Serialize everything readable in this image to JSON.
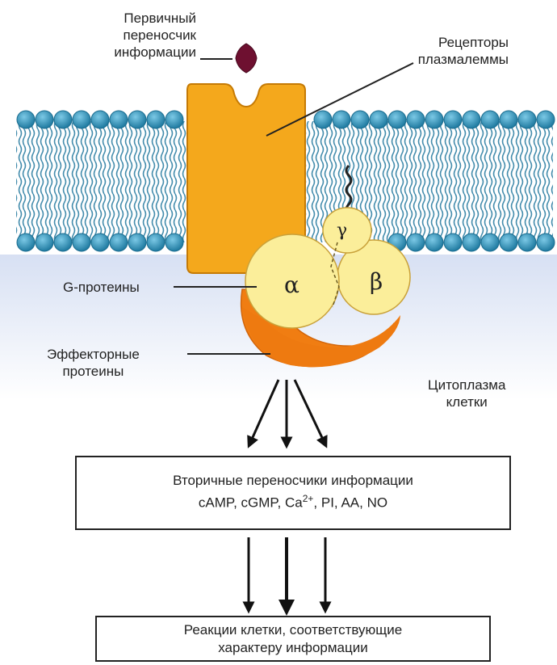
{
  "labels": {
    "primary_messenger": [
      "Первичный",
      "переносчик",
      "информации"
    ],
    "receptors": [
      "Рецепторы",
      "плазмалеммы"
    ],
    "g_proteins": "G-протеины",
    "effector_proteins": [
      "Эффекторные",
      "протеины"
    ],
    "cytoplasm": [
      "Цитоплазма",
      "клетки"
    ]
  },
  "subunits": {
    "alpha": "α",
    "beta": "β",
    "gamma": "γ"
  },
  "boxes": {
    "secondary_messengers": {
      "line1": "Вторичные переносчики информации",
      "line2_prefix": "cAMP,  cGMP,  Ca",
      "line2_sup": "2+",
      "line2_suffix": ",  PI,  AA,  NO"
    },
    "cell_reactions": {
      "line1": "Реакции клетки, соответствующие",
      "line2": "характеру  информации"
    }
  },
  "colors": {
    "membrane_head": "#2f8fb4",
    "membrane_tail": "#3d86a8",
    "cytoplasm": "#e3e9f6",
    "receptor": "#f4a81c",
    "receptor_edge": "#c57a05",
    "g_protein": "#fbee9a",
    "effector": "#f07d12",
    "ligand": "#6e1030"
  }
}
